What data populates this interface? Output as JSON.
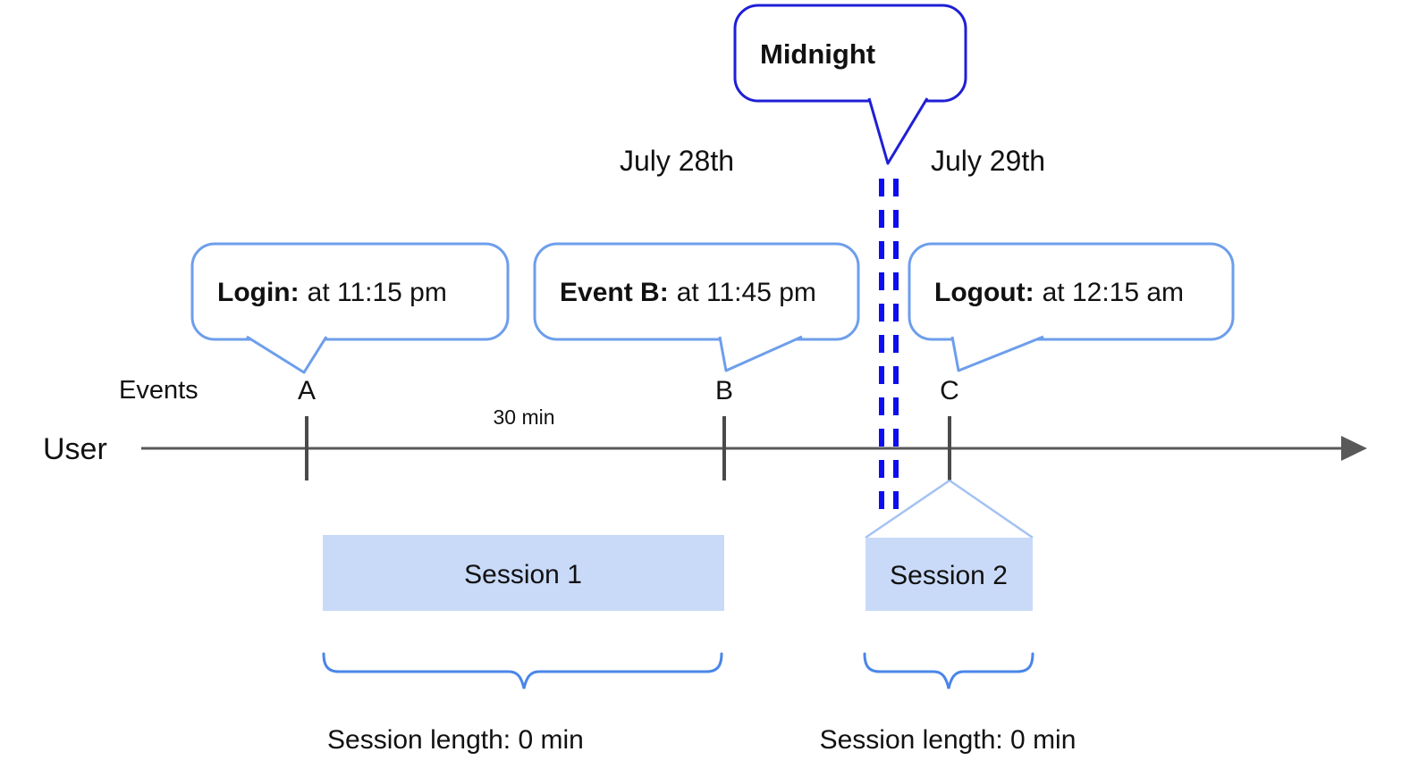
{
  "diagram_title": "User session timeline across midnight",
  "colors": {
    "bubble_border": "#6d9eeb",
    "midnight_border": "#1f1fd6",
    "dashed_line": "#0d0df0",
    "brace": "#4a86e8",
    "funnel_line": "#a4c2f4",
    "session_fill": "#c9daf8",
    "timeline": "#595959",
    "tick": "#4a4a4a",
    "text": "#111111"
  },
  "callouts": {
    "midnight": {
      "label": "Midnight"
    },
    "login": {
      "bold": "Login:",
      "rest": "at 11:15 pm"
    },
    "event_b": {
      "bold": "Event B:",
      "rest": "at 11:45 pm"
    },
    "logout": {
      "bold": "Logout:",
      "rest": "at 12:15 am"
    }
  },
  "dates": {
    "left": "July 28th",
    "right": "July 29th"
  },
  "timeline": {
    "events_row_label": "Events",
    "axis_label": "User",
    "interval_label": "30 min",
    "event_markers": {
      "a": "A",
      "b": "B",
      "c": "C"
    }
  },
  "sessions": {
    "s1": {
      "label": "Session 1",
      "length_label": "Session length: 0 min"
    },
    "s2": {
      "label": "Session 2",
      "length_label": "Session length: 0 min"
    }
  }
}
